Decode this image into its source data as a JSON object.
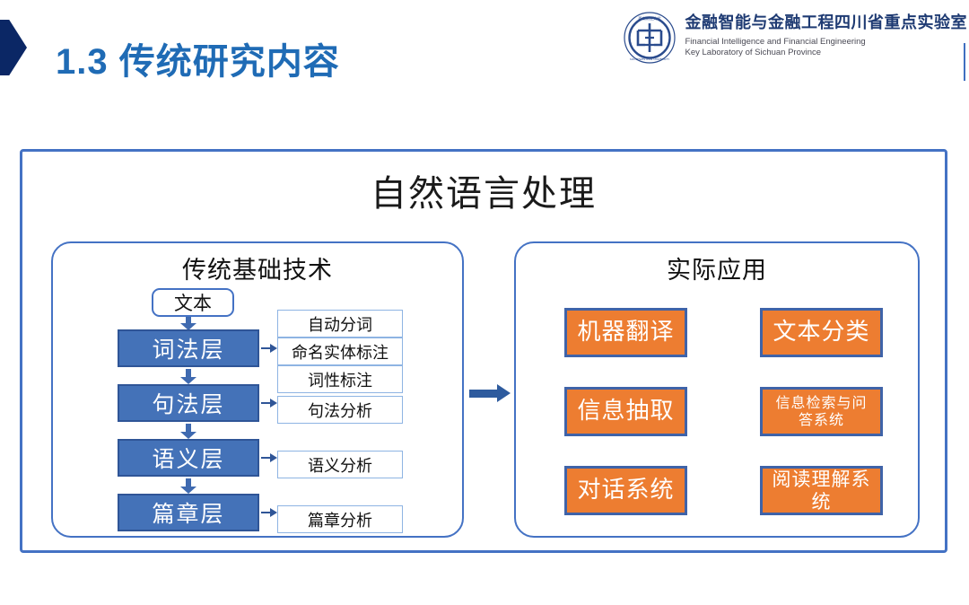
{
  "header": {
    "title": "1.3 传统研究内容",
    "logo_cn": "金融智能与金融工程四川省重点实验室",
    "logo_en_line1": "Financial Intelligence and Financial Engineering",
    "logo_en_line2": "Key Laboratory of Sichuan Province"
  },
  "diagram": {
    "heading": "自然语言处理",
    "left_panel": {
      "title": "传统基础技术",
      "input_chip": "文本",
      "layers": [
        {
          "name": "词法层"
        },
        {
          "name": "句法层"
        },
        {
          "name": "语义层"
        },
        {
          "name": "篇章层"
        }
      ],
      "tags": [
        "自动分词",
        "命名实体标注",
        "词性标注",
        "句法分析",
        "语义分析",
        "篇章分析"
      ]
    },
    "right_panel": {
      "title": "实际应用",
      "applications": [
        "机器翻译",
        "信息抽取",
        "对话系统",
        "文本分类",
        "信息检索与问\n答系统",
        "阅读理解系统"
      ]
    }
  },
  "colors": {
    "title_blue": "#1f6bb5",
    "wedge_navy": "#0b2765",
    "frame_blue": "#4472c4",
    "layer_fill": "#4472b8",
    "layer_border": "#2f5597",
    "app_fill": "#ed7d31",
    "app_border": "#3f63a8",
    "arrow_blue": "#2e5b9e",
    "logo_cn_color": "#1f3b73"
  }
}
